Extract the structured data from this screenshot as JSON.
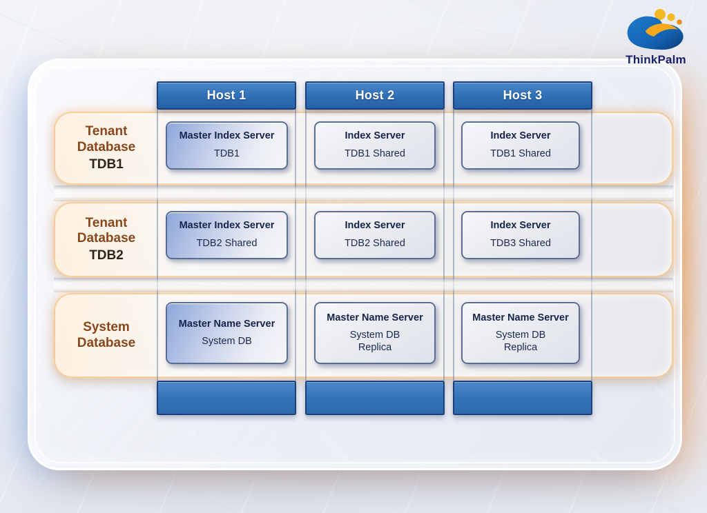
{
  "brand": {
    "name": "ThinkPalm"
  },
  "diagram": {
    "hosts": [
      "Host 1",
      "Host 2",
      "Host 3"
    ],
    "rows": [
      {
        "label": {
          "line1": "Tenant",
          "line2": "Database",
          "line3": "TDB1"
        },
        "cells": [
          {
            "title": "Master Index Server",
            "subtitle": "TDB1"
          },
          {
            "title": "Index Server",
            "subtitle": "TDB1 Shared"
          },
          {
            "title": "Index Server",
            "subtitle": "TDB1 Shared"
          }
        ]
      },
      {
        "label": {
          "line1": "Tenant",
          "line2": "Database",
          "line3": "TDB2"
        },
        "cells": [
          {
            "title": "Master Index Server",
            "subtitle": "TDB2 Shared"
          },
          {
            "title": "Index Server",
            "subtitle": "TDB2 Shared"
          },
          {
            "title": "Index Server",
            "subtitle": "TDB3 Shared"
          }
        ]
      },
      {
        "label": {
          "line1": "System",
          "line2": "Database",
          "line3": ""
        },
        "cells": [
          {
            "title": "Master Name Server",
            "subtitle": "System DB"
          },
          {
            "title": "Master Name Server",
            "subtitle": "System DB\nReplica"
          },
          {
            "title": "Master Name Server",
            "subtitle": "System DB\nReplica"
          }
        ]
      }
    ]
  },
  "colors": {
    "host_header_blue": "#2f6fb6",
    "footer_blue": "#3674ba",
    "header_border_navy": "#1d4078",
    "row_label_brown": "#8a4518",
    "box_text_navy": "#15244b",
    "row_glow_orange": "#f6c688",
    "master_box_blue_tint": "#8da7da",
    "logo_blue": "#1464b4",
    "logo_yellow": "#f5b921",
    "logo_text_navy": "#1a2369"
  }
}
